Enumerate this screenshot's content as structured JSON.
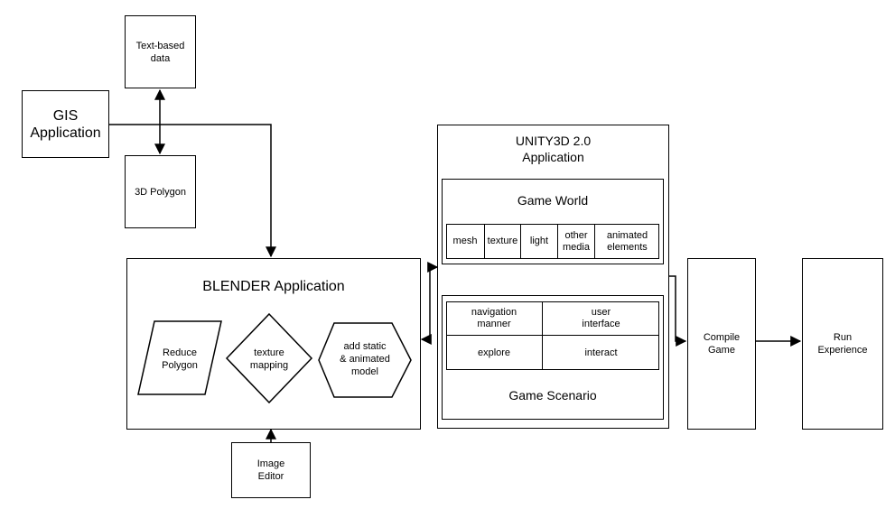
{
  "gis": {
    "label": "GIS\nApplication"
  },
  "text_data": {
    "label": "Text-based\ndata"
  },
  "polygon": {
    "label": "3D Polygon"
  },
  "blender": {
    "title": "BLENDER Application",
    "reduce": "Reduce\nPolygon",
    "texture_mapping": "texture\nmapping",
    "add_model": "add static\n& animated\nmodel"
  },
  "image_editor": {
    "label": "Image\nEditor"
  },
  "unity": {
    "title": "UNITY3D 2.0\nApplication",
    "game_world": {
      "title": "Game World",
      "cells": [
        "mesh",
        "texture",
        "light",
        "other\nmedia",
        "animated\nelements"
      ]
    },
    "scenario": {
      "title": "Game Scenario",
      "navigation": "navigation\nmanner",
      "user_interface": "user\ninterface",
      "explore": "explore",
      "interact": "interact"
    }
  },
  "compile": {
    "label": "Compile\nGame"
  },
  "run": {
    "label": "Run\nExperience"
  }
}
